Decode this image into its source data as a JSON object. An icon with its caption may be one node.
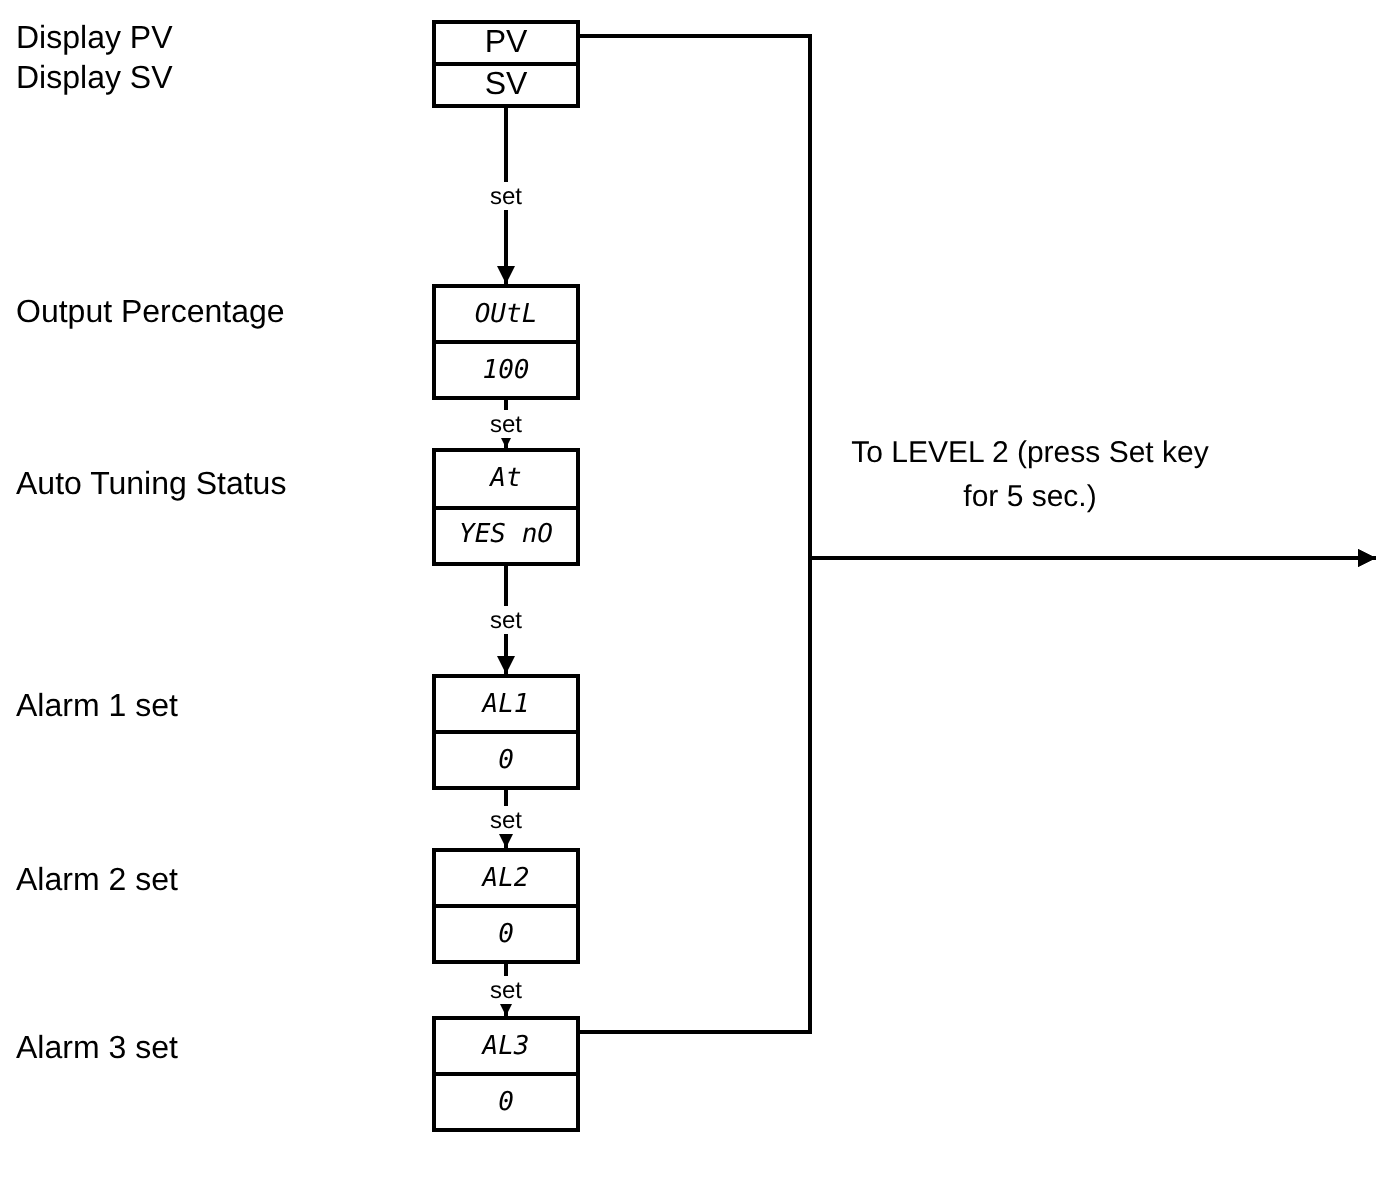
{
  "diagram": {
    "nodes": [
      {
        "text": [
          "PV",
          "SV"
        ]
      },
      {
        "text": [
          "OUtL",
          "100"
        ]
      },
      {
        "text": [
          "At",
          "YES nO"
        ]
      },
      {
        "text": [
          "AL1",
          "0"
        ]
      },
      {
        "text": [
          "AL2",
          "0"
        ]
      },
      {
        "text": [
          "AL3",
          "0"
        ]
      }
    ],
    "edges": [
      {
        "from": 0,
        "to": 1,
        "arrow": "to",
        "label": "set"
      },
      {
        "from": 1,
        "to": 2,
        "arrow": "to",
        "label": "set"
      },
      {
        "from": 2,
        "to": 3,
        "arrow": "to",
        "label": "set"
      },
      {
        "from": 3,
        "to": 4,
        "arrow": "to",
        "label": "set"
      },
      {
        "from": 4,
        "to": 5,
        "arrow": "to",
        "label": "set"
      },
      {
        "from": 0,
        "to": null,
        "arrow": "to",
        "label": "To LEVEL 2 (press Set key for 5 sec.)"
      },
      {
        "from": 5,
        "to": null,
        "arrow": "to"
      }
    ],
    "labels": [
      "Display PV",
      "Display SV",
      "Output Percentage",
      "Auto Tuning Status",
      "Alarm 1 set",
      "Alarm 2 set",
      "Alarm 3 set"
    ]
  }
}
